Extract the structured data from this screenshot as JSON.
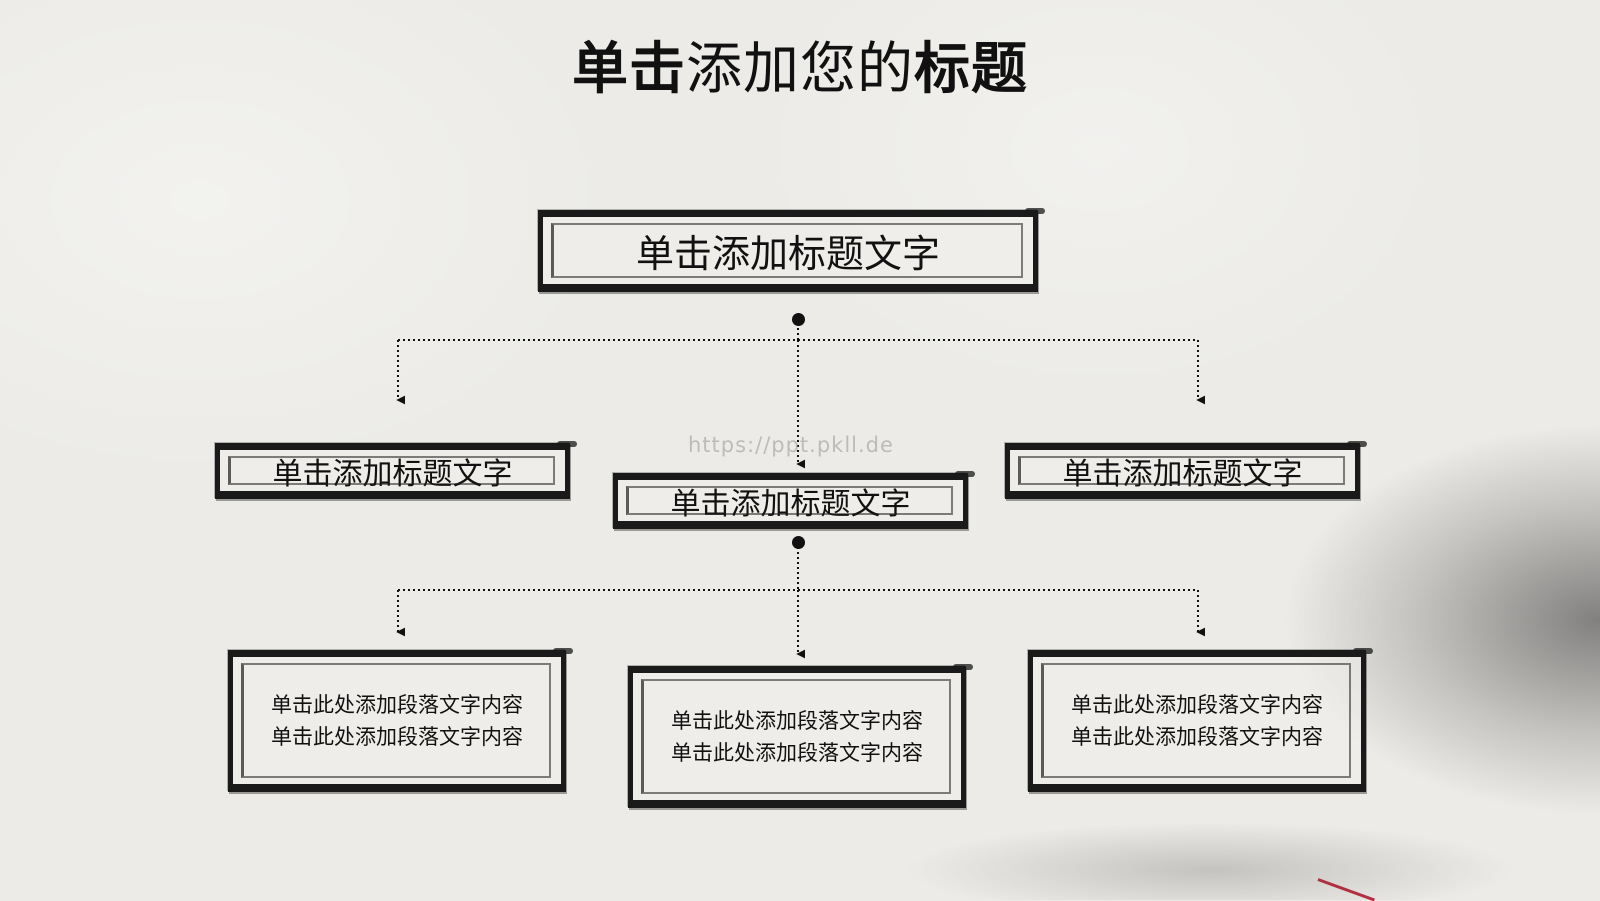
{
  "slide": {
    "title_bold_1": "单击",
    "title_light": "添加您的",
    "title_bold_2": "标题"
  },
  "watermark": "https://ppt.pkll.de",
  "diagram": {
    "root": {
      "label": "单击添加标题文字"
    },
    "level2": [
      {
        "label": "单击添加标题文字"
      },
      {
        "label": "单击添加标题文字"
      },
      {
        "label": "单击添加标题文字"
      }
    ],
    "level3": [
      {
        "line1": "单击此处添加段落文字内容",
        "line2": "单击此处添加段落文字内容"
      },
      {
        "line1": "单击此处添加段落文字内容",
        "line2": "单击此处添加段落文字内容"
      },
      {
        "line1": "单击此处添加段落文字内容",
        "line2": "单击此处添加段落文字内容"
      }
    ]
  },
  "colors": {
    "paper": "#ecebe7",
    "ink": "#1a1a1a",
    "accent_red": "#b03040"
  }
}
